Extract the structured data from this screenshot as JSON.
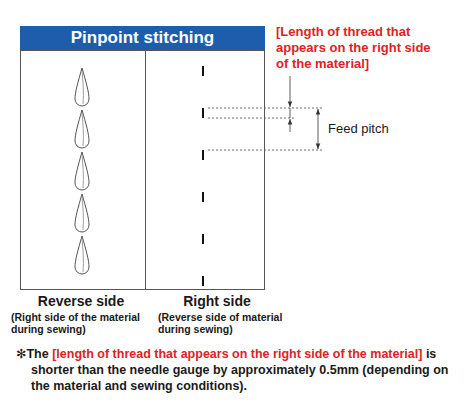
{
  "diagram": {
    "nodes": [
      {
        "text": [
          "Pinpoint stitching"
        ]
      },
      {
        "text": [
          "Reverse side",
          "(Right side of the material during sewing)"
        ]
      },
      {
        "text": [
          "Right side",
          "(Reverse side of material during sewing)"
        ]
      }
    ],
    "labels": [
      "[Length of thread that appears on the right side of the material]",
      "Feed pitch",
      "✻The",
      "[length of thread that appears on the right side of the material]",
      "is shorter than the needle gauge by approximately 0.5mm (depending on the material and sewing conditions)."
    ]
  }
}
